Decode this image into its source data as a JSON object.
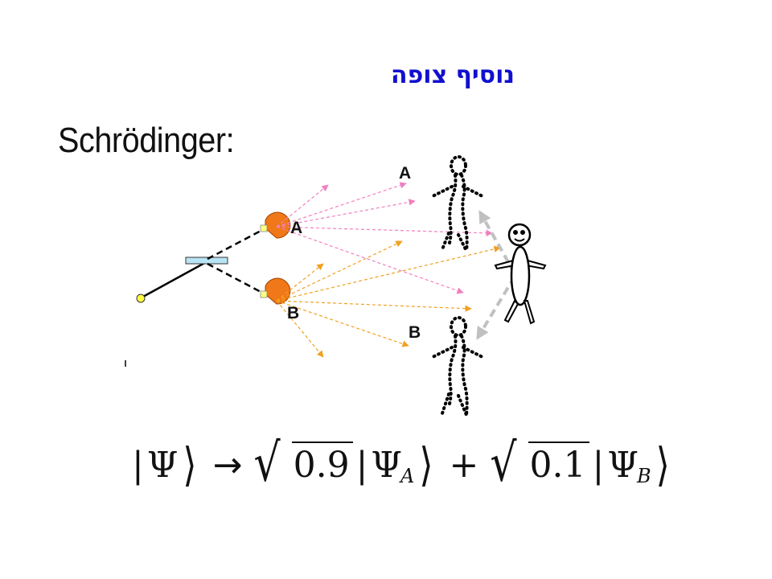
{
  "slide": {
    "hebrew_title": "נוסיף צופה",
    "title": "Schrödinger:"
  },
  "diagram": {
    "detector_a_label": "A",
    "detector_b_label": "B",
    "observer_a_label": "A",
    "observer_b_label": "B"
  },
  "equation": {
    "bar": "|",
    "psi": "Ψ",
    "angle": "⟩",
    "arrow": "→",
    "sqrt": "√",
    "coef_a": "0.9",
    "sub_a": "A",
    "plus": "+",
    "coef_b": "0.1",
    "sub_b": "B"
  },
  "colors": {
    "hebrew_title": "#1010d0",
    "arrows_a": "#f080c0",
    "arrows_b": "#f0a020",
    "detector": "#f07818",
    "source": "#ffff40",
    "beam_splitter": "#b8e4f4",
    "dashed_arrow": "#c0c0c0"
  }
}
